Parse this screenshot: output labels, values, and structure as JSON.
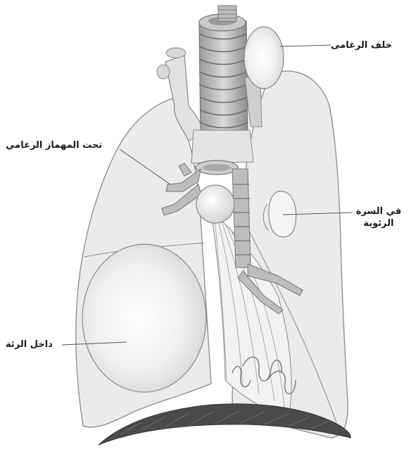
{
  "labels": {
    "retrotracheal": "خلف الرغامى",
    "subcarinal": "تحت المهماز الرغامي",
    "hilar_line1": "في السرة",
    "hilar_line2": "الرئوية",
    "intrapulmonary": "داخل الرئة"
  },
  "colors": {
    "lung_fill": "#ececec",
    "outline": "#7a7a7a",
    "trachea": "#b9b9b9",
    "diaphragm": "#4a4a4a",
    "leader": "#555555"
  }
}
